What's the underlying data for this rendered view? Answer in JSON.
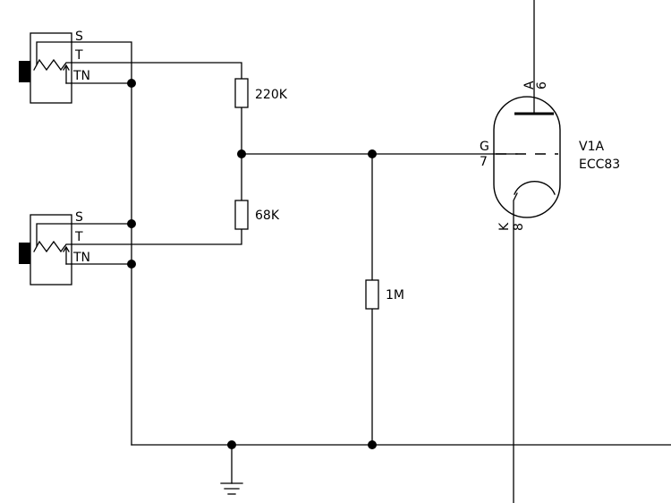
{
  "colors": {
    "line": "#000000",
    "background": "#ffffff"
  },
  "jack1": {
    "sleeve": "S",
    "tip": "T",
    "tip_normal": "TN"
  },
  "jack2": {
    "sleeve": "S",
    "tip": "T",
    "tip_normal": "TN"
  },
  "resistors": {
    "r1": "220K",
    "r2": "68K",
    "r3": "1M"
  },
  "tube": {
    "designator": "V1A",
    "type": "ECC83",
    "anode_label": "A",
    "anode_pin": "6",
    "grid_label": "G",
    "grid_pin": "7",
    "cathode_label": "K",
    "cathode_pin": "8"
  },
  "icons": [
    "ground-icon",
    "junction-dot",
    "phone-jack-symbol",
    "triode-tube-symbol",
    "resistor-symbol"
  ]
}
